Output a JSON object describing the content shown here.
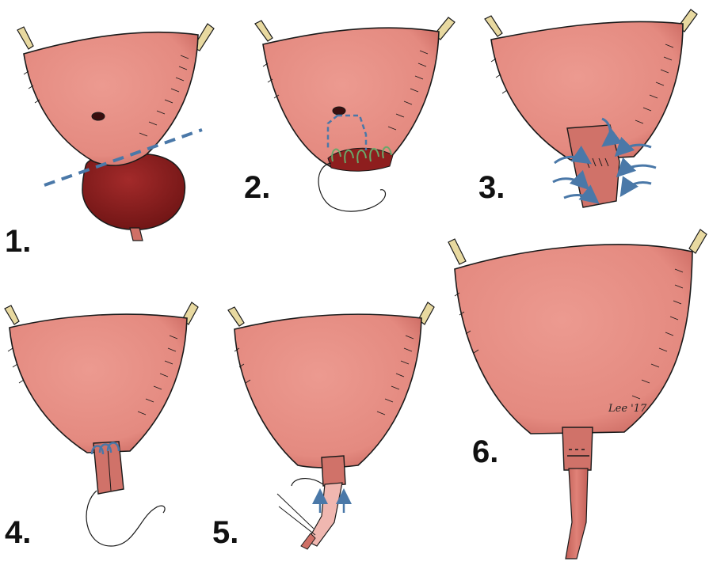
{
  "figure": {
    "steps": [
      {
        "id": 1,
        "label": "1."
      },
      {
        "id": 2,
        "label": "2."
      },
      {
        "id": 3,
        "label": "3."
      },
      {
        "id": 4,
        "label": "4."
      },
      {
        "id": 5,
        "label": "5."
      },
      {
        "id": 6,
        "label": "6."
      }
    ],
    "signature": "Lee '17",
    "colors": {
      "bladder": "#e48a80",
      "bladder_shade": "#c9675f",
      "prostate": "#8e1e1e",
      "ureter": "#e8d9a0",
      "cut_line": "#4a78a8",
      "suture_blue": "#4a78a8",
      "suture_green": "#6aa86a",
      "urethra": "#cf6f66",
      "catheter": "#f0b7b0",
      "ink": "#1a1a1a"
    }
  }
}
